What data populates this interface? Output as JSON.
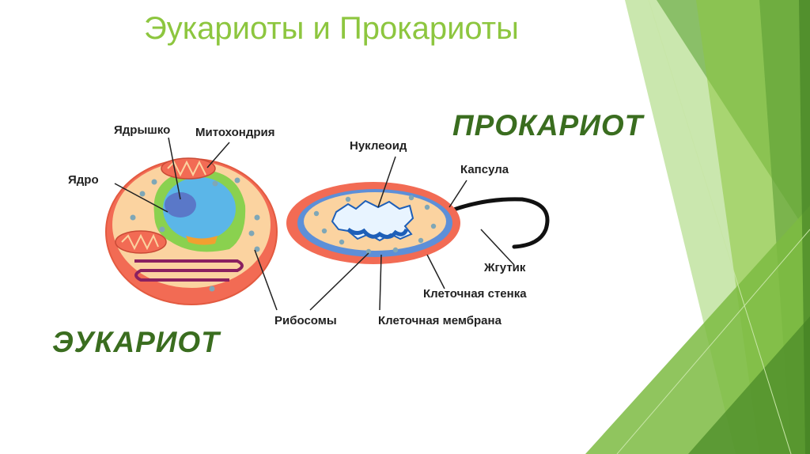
{
  "title": "Эукариоты и Прокариоты",
  "headings": {
    "prokaryote": "ПРОКАРИОТ",
    "eukaryote": "ЭУКАРИОТ"
  },
  "labels": {
    "nucleolus": "Ядрышко",
    "mitochondria": "Митохондрия",
    "nucleus": "Ядро",
    "nucleoid": "Нуклеоид",
    "capsule": "Капсула",
    "flagellum": "Жгутик",
    "cell_wall": "Клеточная стенка",
    "ribosomes": "Рибосомы",
    "cell_membrane": "Клеточная мембрана"
  },
  "colors": {
    "title": "#8dc63f",
    "heading": "#3a6d1f",
    "cell_outer": "#f26b54",
    "cytoplasm": "#fbd3a0",
    "nucleus": "#5bb6e8",
    "nucleolus": "#5a78c8",
    "er": "#8ad14f",
    "golgi": "#8a2060",
    "capsule": "#5d8fd8",
    "ribosome": "#7fa7b7"
  }
}
